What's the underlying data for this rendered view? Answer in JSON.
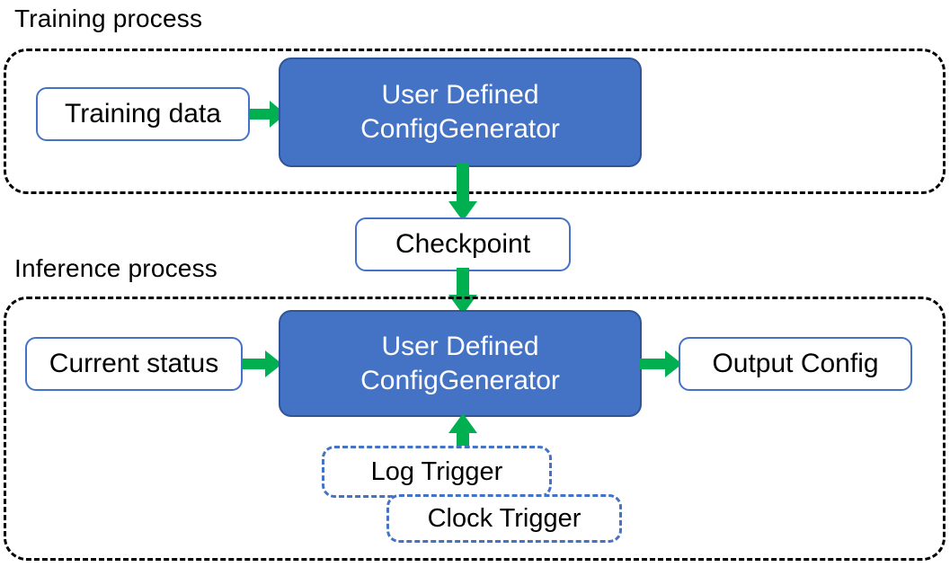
{
  "diagram": {
    "title_top": "Training process",
    "title_bottom": "Inference process",
    "colors": {
      "primary_fill": "#4472C4",
      "primary_stroke": "#2F5597",
      "node_stroke": "#4472C4",
      "arrow_green": "#00B050",
      "container_stroke": "#000000",
      "text_light": "#FFFFFF",
      "text_dark": "#000000",
      "background": "#FFFFFF"
    }
  },
  "training_process": {
    "label": "Training process",
    "nodes": {
      "training_data": "Training data",
      "generator_line1": "User Defined",
      "generator_line2": "ConfigGenerator"
    }
  },
  "checkpoint": {
    "label": "Checkpoint"
  },
  "inference_process": {
    "label": "Inference process",
    "nodes": {
      "current_status": "Current status",
      "generator_line1": "User Defined",
      "generator_line2": "ConfigGenerator",
      "output_config": "Output Config",
      "log_trigger": "Log Trigger",
      "clock_trigger": "Clock Trigger"
    }
  },
  "arrows": [
    {
      "name": "training-data-to-generator",
      "from": "Training data",
      "to": "User Defined ConfigGenerator",
      "direction": "right"
    },
    {
      "name": "generator-to-checkpoint",
      "from": "User Defined ConfigGenerator",
      "to": "Checkpoint",
      "direction": "down"
    },
    {
      "name": "checkpoint-to-generator",
      "from": "Checkpoint",
      "to": "User Defined ConfigGenerator",
      "direction": "down"
    },
    {
      "name": "current-status-to-generator",
      "from": "Current status",
      "to": "User Defined ConfigGenerator",
      "direction": "right"
    },
    {
      "name": "generator-to-output-config",
      "from": "User Defined ConfigGenerator",
      "to": "Output Config",
      "direction": "right"
    },
    {
      "name": "triggers-to-generator",
      "from": "Log Trigger / Clock Trigger",
      "to": "User Defined ConfigGenerator",
      "direction": "up"
    }
  ]
}
